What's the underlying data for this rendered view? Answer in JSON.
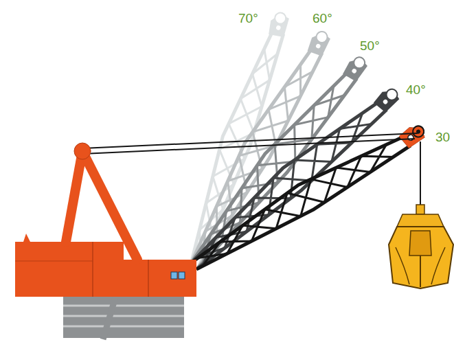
{
  "diagram": {
    "labels": [
      "70°",
      "60°",
      "50°",
      "40°",
      "30"
    ]
  }
}
